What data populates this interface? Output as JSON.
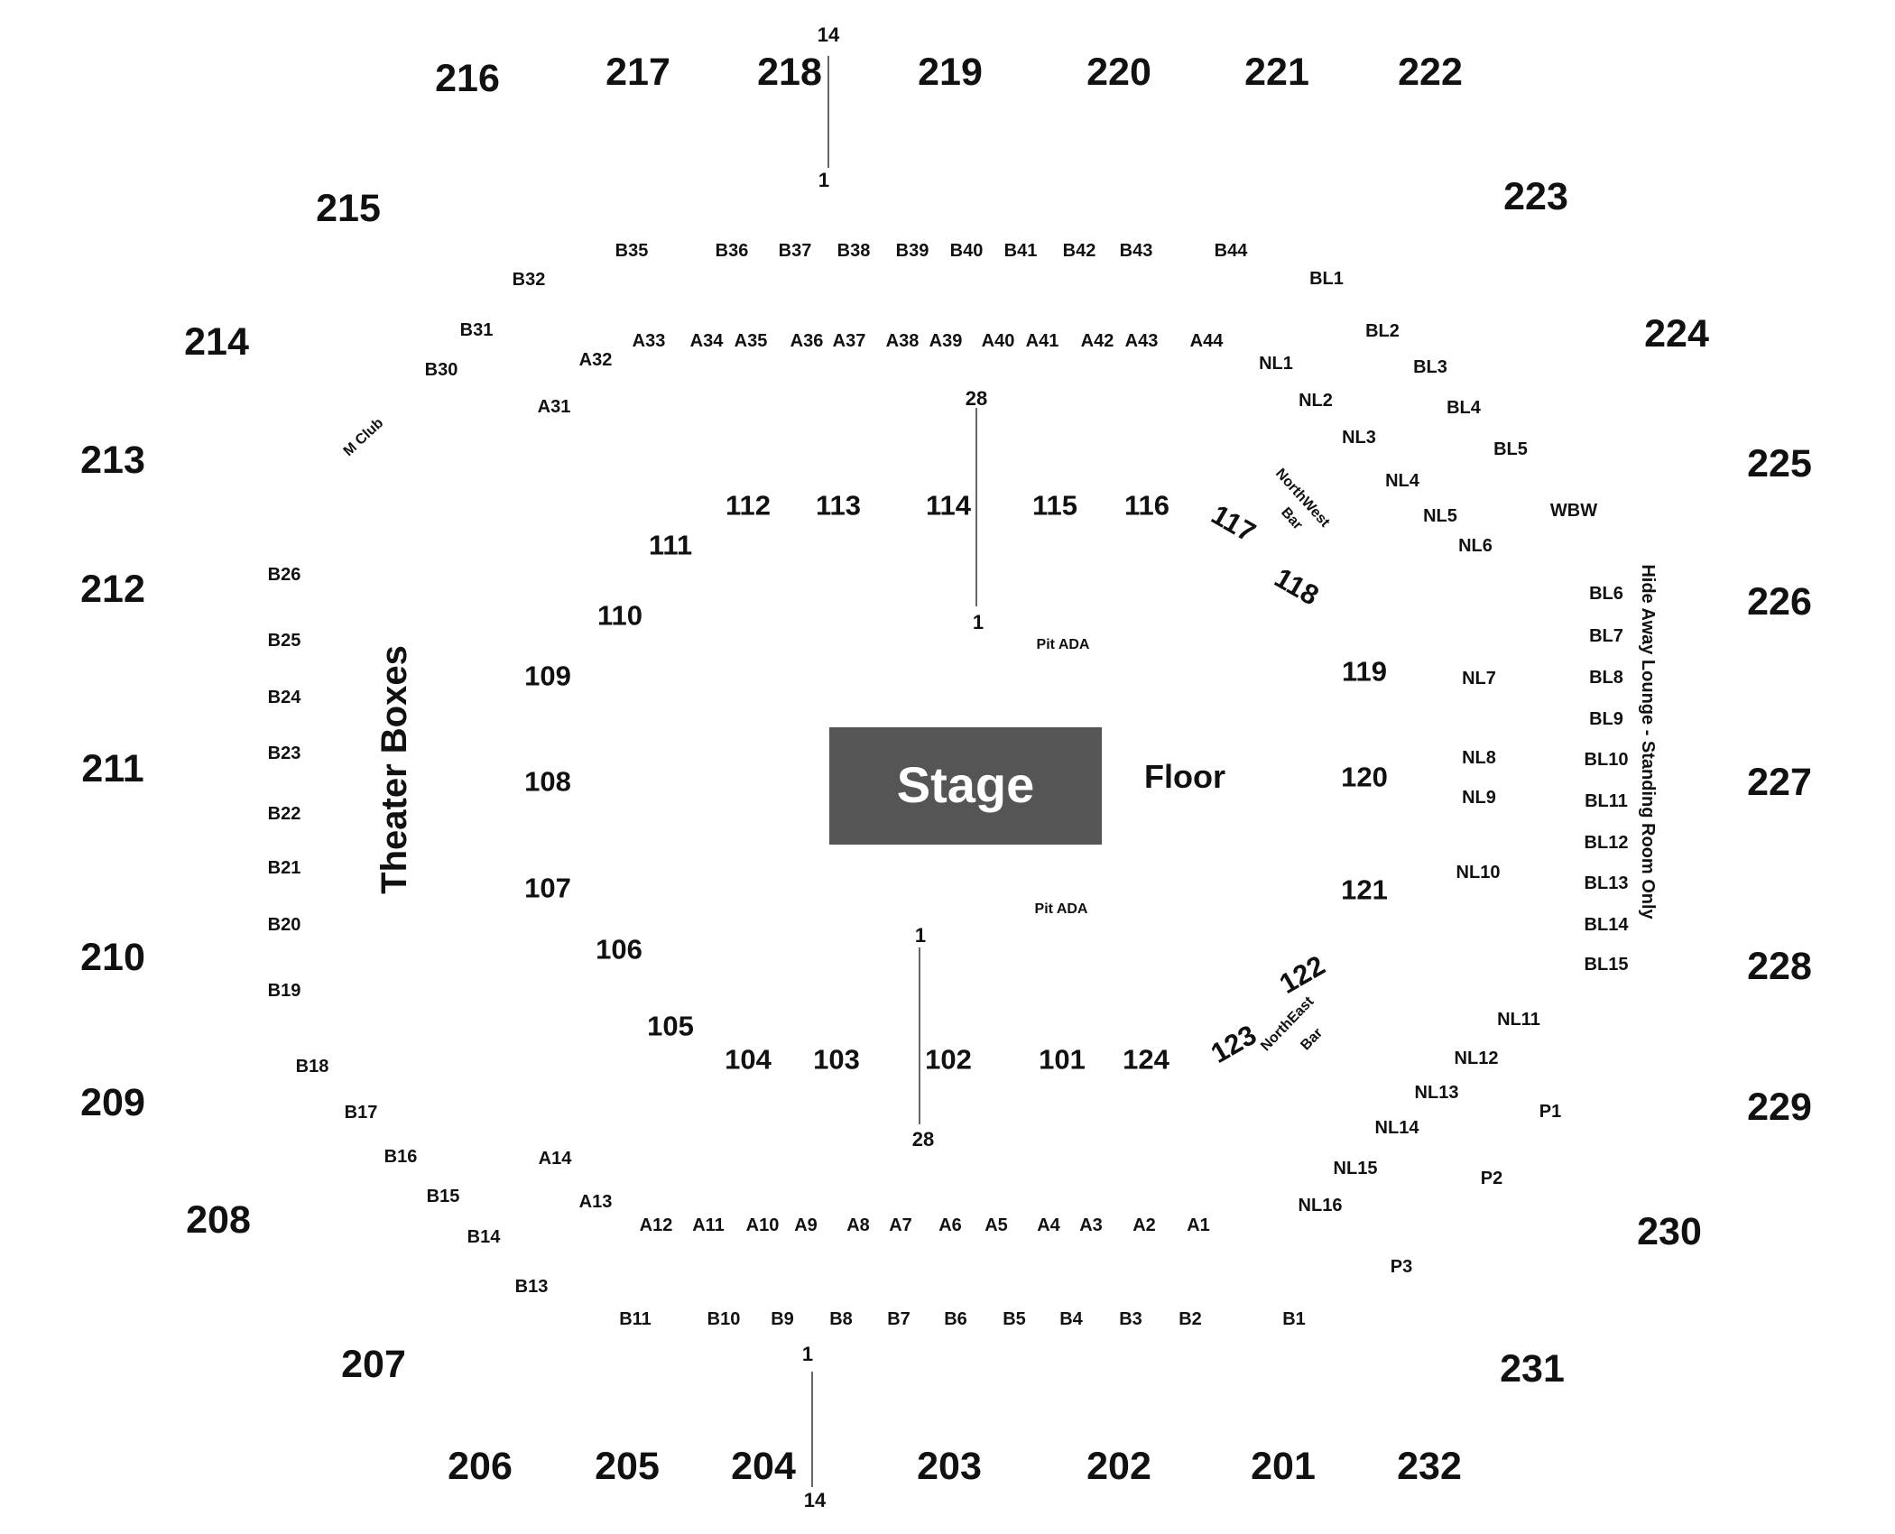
{
  "stage": {
    "label": "Stage",
    "color": "#555555"
  },
  "floor": {
    "label": "Floor"
  },
  "theater_boxes": {
    "label": "Theater Boxes"
  },
  "hide_away_lounge": {
    "label": "Hide Away Lounge - Standing Room Only"
  },
  "m_club": {
    "label": "M Club"
  },
  "northwest_bar": {
    "line1": "NorthWest",
    "line2": "Bar"
  },
  "northeast_bar": {
    "line1": "NorthEast",
    "line2": "Bar"
  },
  "pit_ada": [
    "Pit ADA",
    "Pit ADA"
  ],
  "row_markers": {
    "top_upper": [
      "14",
      "1"
    ],
    "floor_top": [
      "28",
      "1"
    ],
    "floor_bottom": [
      "1",
      "28"
    ],
    "bottom_upper": [
      "1",
      "14"
    ]
  },
  "sections_200": [
    "216",
    "217",
    "218",
    "219",
    "220",
    "221",
    "222",
    "215",
    "223",
    "214",
    "224",
    "213",
    "225",
    "212",
    "226",
    "211",
    "227",
    "210",
    "228",
    "209",
    "229",
    "208",
    "230",
    "207",
    "231",
    "206",
    "205",
    "204",
    "203",
    "202",
    "201",
    "232"
  ],
  "sections_100": [
    "112",
    "113",
    "114",
    "115",
    "116",
    "117",
    "111",
    "110",
    "109",
    "108",
    "107",
    "106",
    "105",
    "104",
    "103",
    "102",
    "101",
    "124",
    "123",
    "122",
    "118",
    "119",
    "120",
    "121"
  ],
  "boxes": [
    "B35",
    "B36",
    "B37",
    "B38",
    "B39",
    "B40",
    "B41",
    "B42",
    "B43",
    "B44",
    "B32",
    "B31",
    "B30",
    "A33",
    "A34",
    "A35",
    "A36",
    "A37",
    "A38",
    "A39",
    "A40",
    "A41",
    "A42",
    "A43",
    "A44",
    "A32",
    "A31",
    "BL1",
    "BL2",
    "BL3",
    "BL4",
    "BL5",
    "NL1",
    "NL2",
    "NL3",
    "NL4",
    "NL5",
    "NL6",
    "WBW",
    "BL6",
    "BL7",
    "BL8",
    "BL9",
    "BL10",
    "BL11",
    "BL12",
    "BL13",
    "BL14",
    "BL15",
    "NL7",
    "NL8",
    "NL9",
    "NL10",
    "NL11",
    "NL12",
    "NL13",
    "NL14",
    "NL15",
    "NL16",
    "P1",
    "P2",
    "P3",
    "B26",
    "B25",
    "B24",
    "B23",
    "B22",
    "B21",
    "B20",
    "B19",
    "B18",
    "B17",
    "B16",
    "B15",
    "B14",
    "B13",
    "A14",
    "A13",
    "A12",
    "A11",
    "A10",
    "A9",
    "A8",
    "A7",
    "A6",
    "A5",
    "A4",
    "A3",
    "A2",
    "A1",
    "B11",
    "B10",
    "B9",
    "B8",
    "B7",
    "B6",
    "B5",
    "B4",
    "B3",
    "B2",
    "B1"
  ]
}
